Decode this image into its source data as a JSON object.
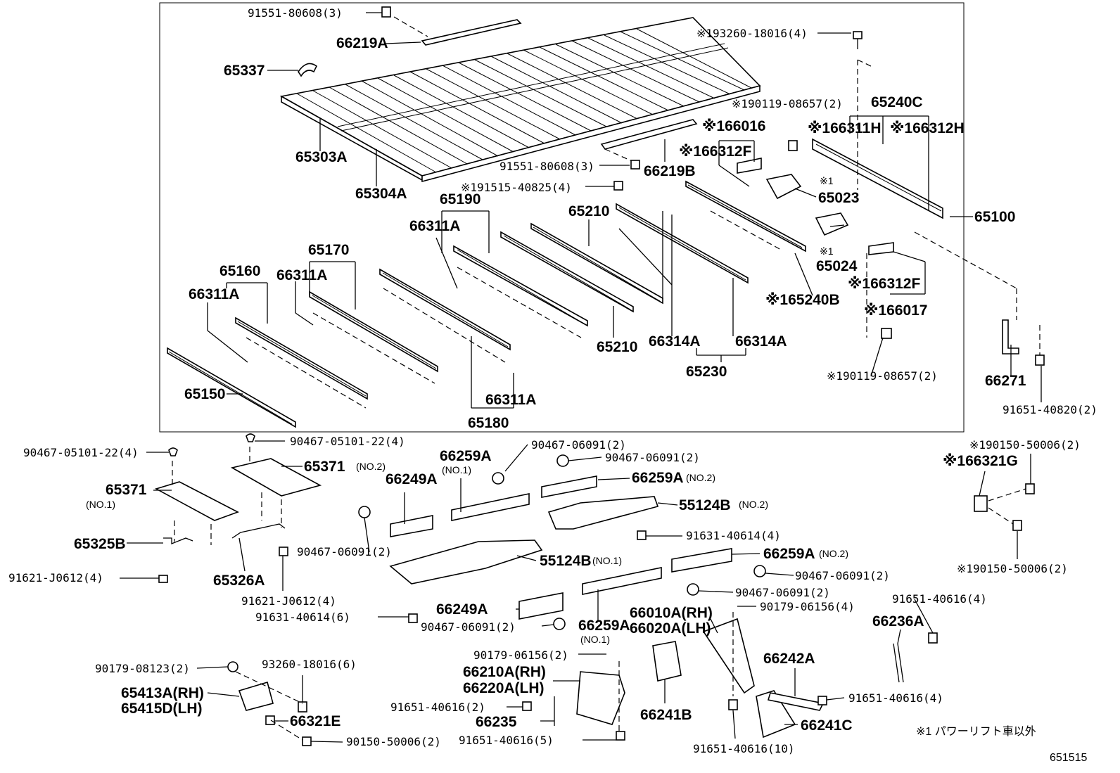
{
  "diagram": {
    "doc_number": "651515",
    "footnote": "※1 パワーリフト車以外",
    "labels": {
      "l91551_top": "91551-80608(3)",
      "l66219A": "66219A",
      "l65337": "65337",
      "l65303A": "65303A",
      "l65304A": "65304A",
      "l91551_mid": "91551-80608(3)",
      "l66219B": "66219B",
      "l191515": "※191515-40825(4)",
      "l193260": "※193260-18016(4)",
      "l65240C": "65240C",
      "l190119_a": "※190119-08657(2)",
      "l166016": "※166016",
      "l166311H": "※166311H",
      "l166312H": "※166312H",
      "l166312F_a": "※166312F",
      "l65023_mark": "※1",
      "l65023": "65023",
      "l65100": "65100",
      "l65024_mark": "※1",
      "l65024": "65024",
      "l166312F_b": "※166312F",
      "l166017": "※166017",
      "l165240B": "※165240B",
      "l190119_b": "※190119-08657(2)",
      "l66271": "66271",
      "l91651_40820": "91651-40820(2)",
      "l65190": "65190",
      "l66311A_1": "66311A",
      "l65210_a": "65210",
      "l65210_b": "65210",
      "l65170": "65170",
      "l65160": "65160",
      "l66311A_2": "66311A",
      "l66311A_3": "66311A",
      "l66314A_a": "66314A",
      "l66314A_b": "66314A",
      "l65230": "65230",
      "l65150": "65150",
      "l66311A_4": "66311A",
      "l65180": "65180",
      "l90467_051_a": "90467-05101-22(4)",
      "l90467_051_b": "90467-05101-22(4)",
      "l65371_no2": "65371",
      "l65371_no2_sub": "(NO.2)",
      "l65371_no1": "65371",
      "l65371_no1_sub": "(NO.1)",
      "l65325B": "65325B",
      "l65326A": "65326A",
      "l91621_a": "91621-J0612(4)",
      "l91621_b": "91621-J0612(4)",
      "l66249A_a": "66249A",
      "l66259A_no1": "66259A",
      "l66259A_no1_sub": "(NO.1)",
      "l90467_060_a": "90467-06091(2)",
      "l90467_060_b": "90467-06091(2)",
      "l66259A_no2": "66259A",
      "l66259A_no2_sub": "(NO.2)",
      "l55124B_no2": "55124B",
      "l55124B_no2_sub": "(NO.2)",
      "l90467_060_c": "90467-06091(2)",
      "l91631_a": "91631-40614(4)",
      "l55124B_no1": "55124B",
      "l55124B_no1_sub": "(NO.1)",
      "l66259A_no2b": "66259A",
      "l66259A_no2b_sub": "(NO.2)",
      "l90467_060_d": "90467-06091(2)",
      "l90467_060_e": "90467-06091(2)",
      "l66249A_b": "66249A",
      "l91631_b": "91631-40614(6)",
      "l90467_060_f": "90467-06091(2)",
      "l66010A": "66010A(RH)",
      "l66020A": "66020A(LH)",
      "l90179_06156_a": "90179-06156(4)",
      "l66259A_no1b": "66259A",
      "l66259A_no1b_sub": "(NO.1)",
      "l190150_a": "※190150-50006(2)",
      "l166321G": "※166321G",
      "l190150_b": "※190150-50006(2)",
      "l91651_40616_a": "91651-40616(4)",
      "l66236A": "66236A",
      "l90179_06156_b": "90179-06156(2)",
      "l66210A": "66210A(RH)",
      "l66220A": "66220A(LH)",
      "l91651_40616_b": "91651-40616(2)",
      "l66235": "66235",
      "l91651_40616_c": "91651-40616(5)",
      "l66241B": "66241B",
      "l66242A": "66242A",
      "l91651_40616_d": "91651-40616(4)",
      "l66241C": "66241C",
      "l91651_40616_e": "91651-40616(10)",
      "l90179_08123": "90179-08123(2)",
      "l93260": "93260-18016(6)",
      "l65413A": "65413A(RH)",
      "l65415D": "65415D(LH)",
      "l66321E": "66321E",
      "l90150": "90150-50006(2)"
    }
  }
}
